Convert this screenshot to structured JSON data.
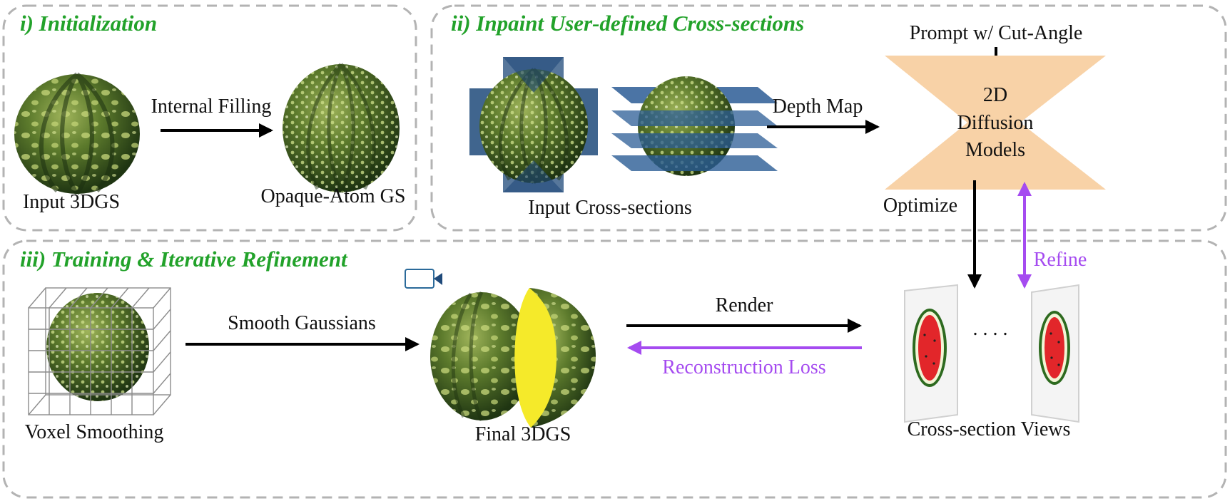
{
  "sections": {
    "init": {
      "title": "i)  Initialization"
    },
    "inpaint": {
      "title": "ii)  Inpaint User-defined Cross-sections"
    },
    "training": {
      "title": "iii)  Training & Iterative Refinement"
    }
  },
  "labels": {
    "input_3dgs": "Input 3DGS",
    "internal_filling": "Internal Filling",
    "opaque_atom": "Opaque-Atom GS",
    "input_cross_sections": "Input Cross-sections",
    "depth_map": "Depth Map",
    "prompt": "Prompt w/ Cut-Angle",
    "diffusion_line1": "2D",
    "diffusion_line2": "Diffusion",
    "diffusion_line3": "Models",
    "optimize": "Optimize",
    "refine": "Refine",
    "voxel_smoothing": "Voxel Smoothing",
    "smooth_gaussians": "Smooth Gaussians",
    "final_3dgs": "Final 3DGS",
    "render": "Render",
    "reconstruction_loss": "Reconstruction Loss",
    "cross_section_views": "Cross-section Views",
    "ellipsis": ". . . ."
  },
  "colors": {
    "section_title": "#22a22a",
    "accent_purple": "#a54bf0",
    "diffusion_fill": "#f8d2a7",
    "plane_blue": "#1f4a7a",
    "watermelon_dark": "#2d4a1c",
    "watermelon_light": "#b7c96a",
    "cut_yellow": "#f5ea2a",
    "flesh_red": "#e2262a"
  },
  "icons": [
    "camera-icon",
    "voxel-grid-icon",
    "watermelon-icon"
  ]
}
